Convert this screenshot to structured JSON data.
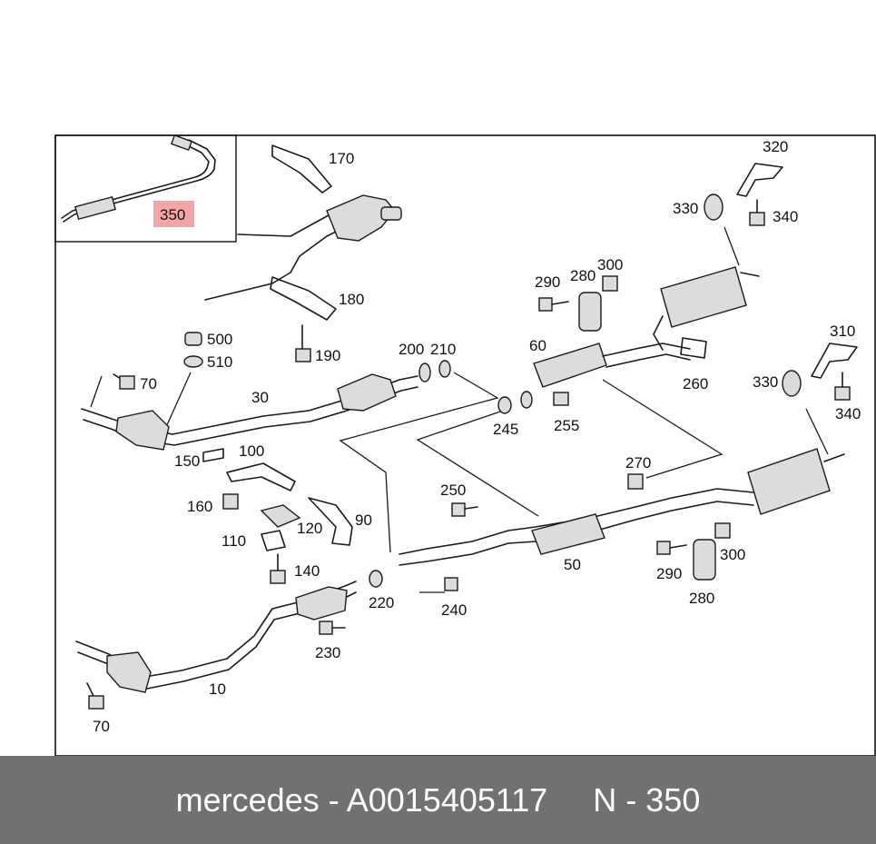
{
  "diagram": {
    "highlight_color": "#f4a6a6",
    "inset_label": "350",
    "labels": [
      {
        "id": "l170",
        "text": "170"
      },
      {
        "id": "l180",
        "text": "180"
      },
      {
        "id": "l190",
        "text": "190"
      },
      {
        "id": "l500",
        "text": "500"
      },
      {
        "id": "l510",
        "text": "510"
      },
      {
        "id": "l70a",
        "text": "70"
      },
      {
        "id": "l30",
        "text": "30"
      },
      {
        "id": "l200",
        "text": "200"
      },
      {
        "id": "l210",
        "text": "210"
      },
      {
        "id": "l150",
        "text": "150"
      },
      {
        "id": "l100",
        "text": "100"
      },
      {
        "id": "l160",
        "text": "160"
      },
      {
        "id": "l120",
        "text": "120"
      },
      {
        "id": "l90",
        "text": "90"
      },
      {
        "id": "l110",
        "text": "110"
      },
      {
        "id": "l140",
        "text": "140"
      },
      {
        "id": "l220",
        "text": "220"
      },
      {
        "id": "l230",
        "text": "230"
      },
      {
        "id": "l10",
        "text": "10"
      },
      {
        "id": "l70b",
        "text": "70"
      },
      {
        "id": "l245",
        "text": "245"
      },
      {
        "id": "l255",
        "text": "255"
      },
      {
        "id": "l250",
        "text": "250"
      },
      {
        "id": "l240",
        "text": "240"
      },
      {
        "id": "l50",
        "text": "50"
      },
      {
        "id": "l60",
        "text": "60"
      },
      {
        "id": "l290a",
        "text": "290"
      },
      {
        "id": "l280a",
        "text": "280"
      },
      {
        "id": "l300a",
        "text": "300"
      },
      {
        "id": "l260",
        "text": "260"
      },
      {
        "id": "l320",
        "text": "320"
      },
      {
        "id": "l330a",
        "text": "330"
      },
      {
        "id": "l340a",
        "text": "340"
      },
      {
        "id": "l310",
        "text": "310"
      },
      {
        "id": "l330b",
        "text": "330"
      },
      {
        "id": "l340b",
        "text": "340"
      },
      {
        "id": "l270",
        "text": "270"
      },
      {
        "id": "l290b",
        "text": "290"
      },
      {
        "id": "l300b",
        "text": "300"
      },
      {
        "id": "l280b",
        "text": "280"
      }
    ]
  },
  "footer": {
    "text": "mercedes - A0015405117     N - 350",
    "background": "#717171"
  }
}
